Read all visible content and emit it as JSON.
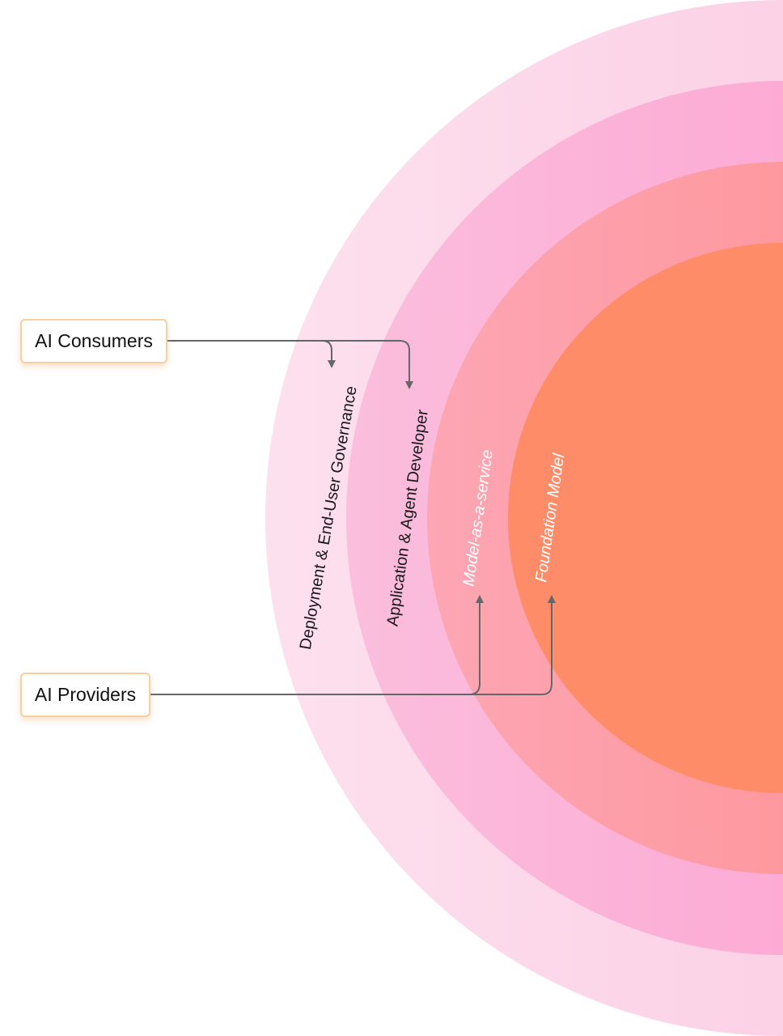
{
  "colors": {
    "ring_outer_light": "#fde0ee",
    "ring_outer_dark": "#fbc3de",
    "ring_second_light": "#fbbedd",
    "ring_second_dark": "#ff98cc",
    "ring_third_light": "#fda6b4",
    "ring_third_dark": "#fe8b8a",
    "core": "#ff8c68",
    "connector": "#666666",
    "box_border": "#f8cf9f"
  },
  "actors": {
    "consumers": "AI Consumers",
    "providers": "AI Providers"
  },
  "layers": {
    "deployment": "Deployment & End-User Governance",
    "application": "Application & Agent Developer",
    "maas": "Model-as-a-service",
    "foundation": "Foundation Model"
  }
}
